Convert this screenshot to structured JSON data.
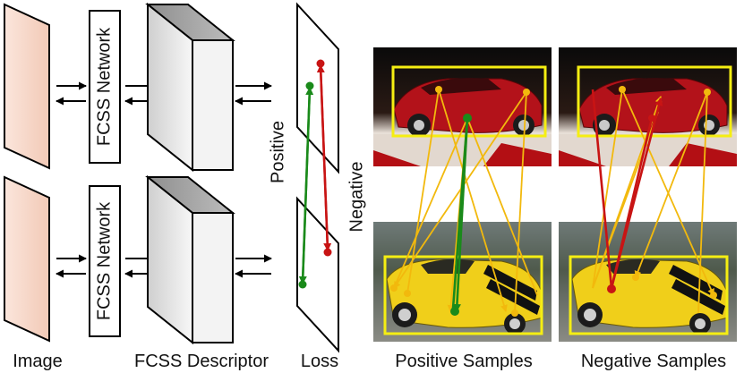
{
  "labels": {
    "image": "Image",
    "descriptor": "FCSS Descriptor",
    "loss": "Loss",
    "positive_samples": "Positive Samples",
    "negative_samples": "Negative Samples",
    "positive": "Positive",
    "negative": "Negative"
  },
  "network": {
    "top_label": "FCSS Network",
    "bottom_label": "FCSS Network"
  },
  "colors": {
    "image_face": "#f7d9cb",
    "positive_line": "#1a8a1a",
    "negative_line": "#c81414",
    "sample_line": "#f2b90d",
    "bbox": "#f5ee12",
    "red_car": "#b3121a",
    "yellow_car": "#f0cf1a",
    "descriptor_front": "#ececec",
    "descriptor_top": "#9a9a9a"
  }
}
